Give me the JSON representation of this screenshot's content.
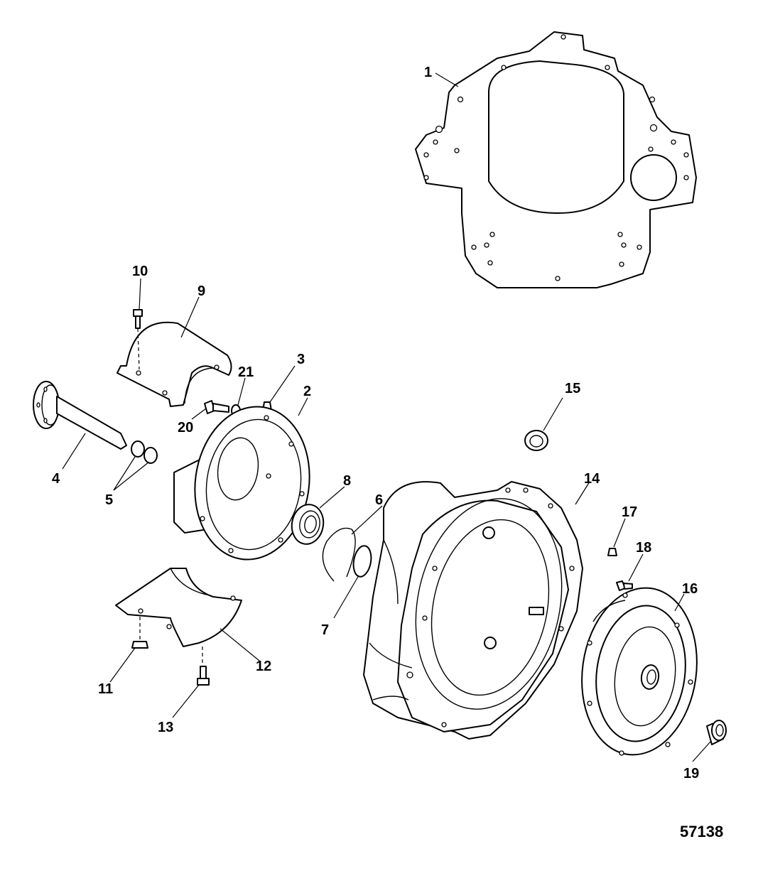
{
  "callouts": {
    "c1": "1",
    "c2": "2",
    "c3": "3",
    "c4": "4",
    "c5": "5",
    "c6": "6",
    "c7": "7",
    "c8": "8",
    "c9": "9",
    "c10": "10",
    "c11": "11",
    "c12": "12",
    "c13": "13",
    "c14": "14",
    "c15": "15",
    "c16": "16",
    "c17": "17",
    "c18": "18",
    "c19": "19",
    "c20": "20",
    "c21": "21"
  },
  "figure_number": "57138"
}
